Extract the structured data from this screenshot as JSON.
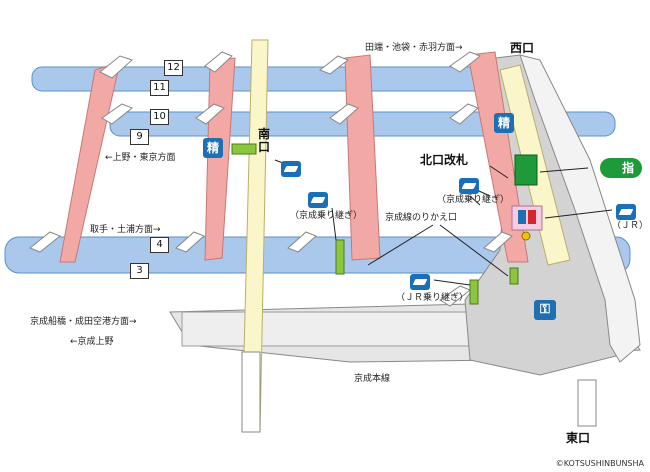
{
  "labels": {
    "tabata_direction": "田端・池袋・赤羽方面→",
    "ueno_direction": "←上野・東京方面",
    "toride_direction": "取手・土浦方面→",
    "keisei_funabashi_direction": "京成船橋・成田空港方面→",
    "keisei_ueno_direction": "←京成上野",
    "west_exit": "西口",
    "south_exit": "南口",
    "north_gate": "北口改札",
    "east_exit": "東口",
    "keisei_transfer_label": "（京成乗り継ぎ）",
    "keisei_transfer_label_2": "（京成乗り継ぎ）",
    "keisei_transfer_gate": "京成線のりかえ口",
    "jr_transfer_label": "（ＪＲ乗り継ぎ）",
    "jr_label": "（ＪＲ）",
    "keisei_main_line": "京成本線"
  },
  "tracks": [
    "12",
    "11",
    "10",
    "9",
    "4",
    "3"
  ],
  "badges": {
    "fare_adjust_1": "精",
    "fare_adjust_2": "精",
    "designated_seat": "指"
  },
  "copyright": "©KOTSUSHINBUNSHA",
  "colors": {
    "platform_blue": "#a9c8ec",
    "concourse_pink": "#f2a9a6",
    "corridor_yellow": "#fbf6c9",
    "gate_green": "#8cc63f",
    "ticket_office_green": "#1e9a3a",
    "icon_blue": "#1f6fb5",
    "building_gray": "#cfcfcf"
  },
  "icons": [
    "ticket-machine-icon",
    "fare-adjustment-icon",
    "restroom-icon",
    "elevator-icon",
    "coin-locker-icon",
    "ticket-office-icon",
    "designated-seat-icon"
  ]
}
